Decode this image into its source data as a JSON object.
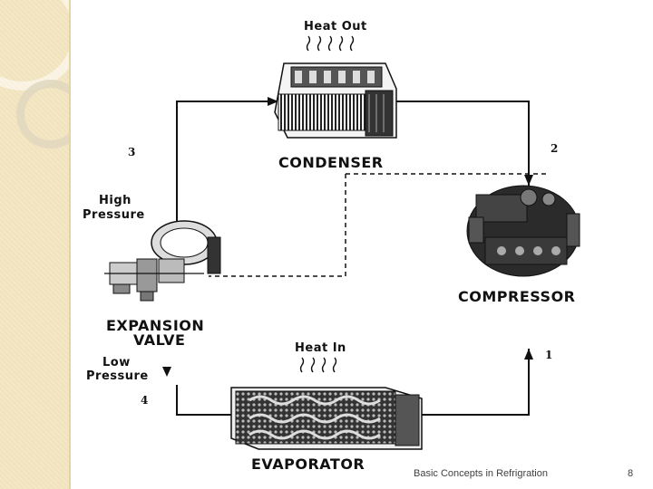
{
  "diagram": {
    "components": {
      "condenser": "CONDENSER",
      "compressor": "COMPRESSOR",
      "expansion_valve_line1": "EXPANSION",
      "expansion_valve_line2": "VALVE",
      "evaporator": "EVAPORATOR"
    },
    "heat": {
      "out": "Heat Out",
      "in": "Heat In"
    },
    "pressure": {
      "high_line1": "High",
      "high_line2": "Pressure",
      "low_line1": "Low",
      "low_line2": "Pressure"
    },
    "step_numbers": {
      "one": "1",
      "two": "2",
      "three": "3",
      "four": "4"
    }
  },
  "footer": {
    "text": "Basic Concepts in Refrigration",
    "page_number": "8"
  },
  "colors": {
    "sidebar": "#f1e3bd",
    "ink": "#111111"
  }
}
